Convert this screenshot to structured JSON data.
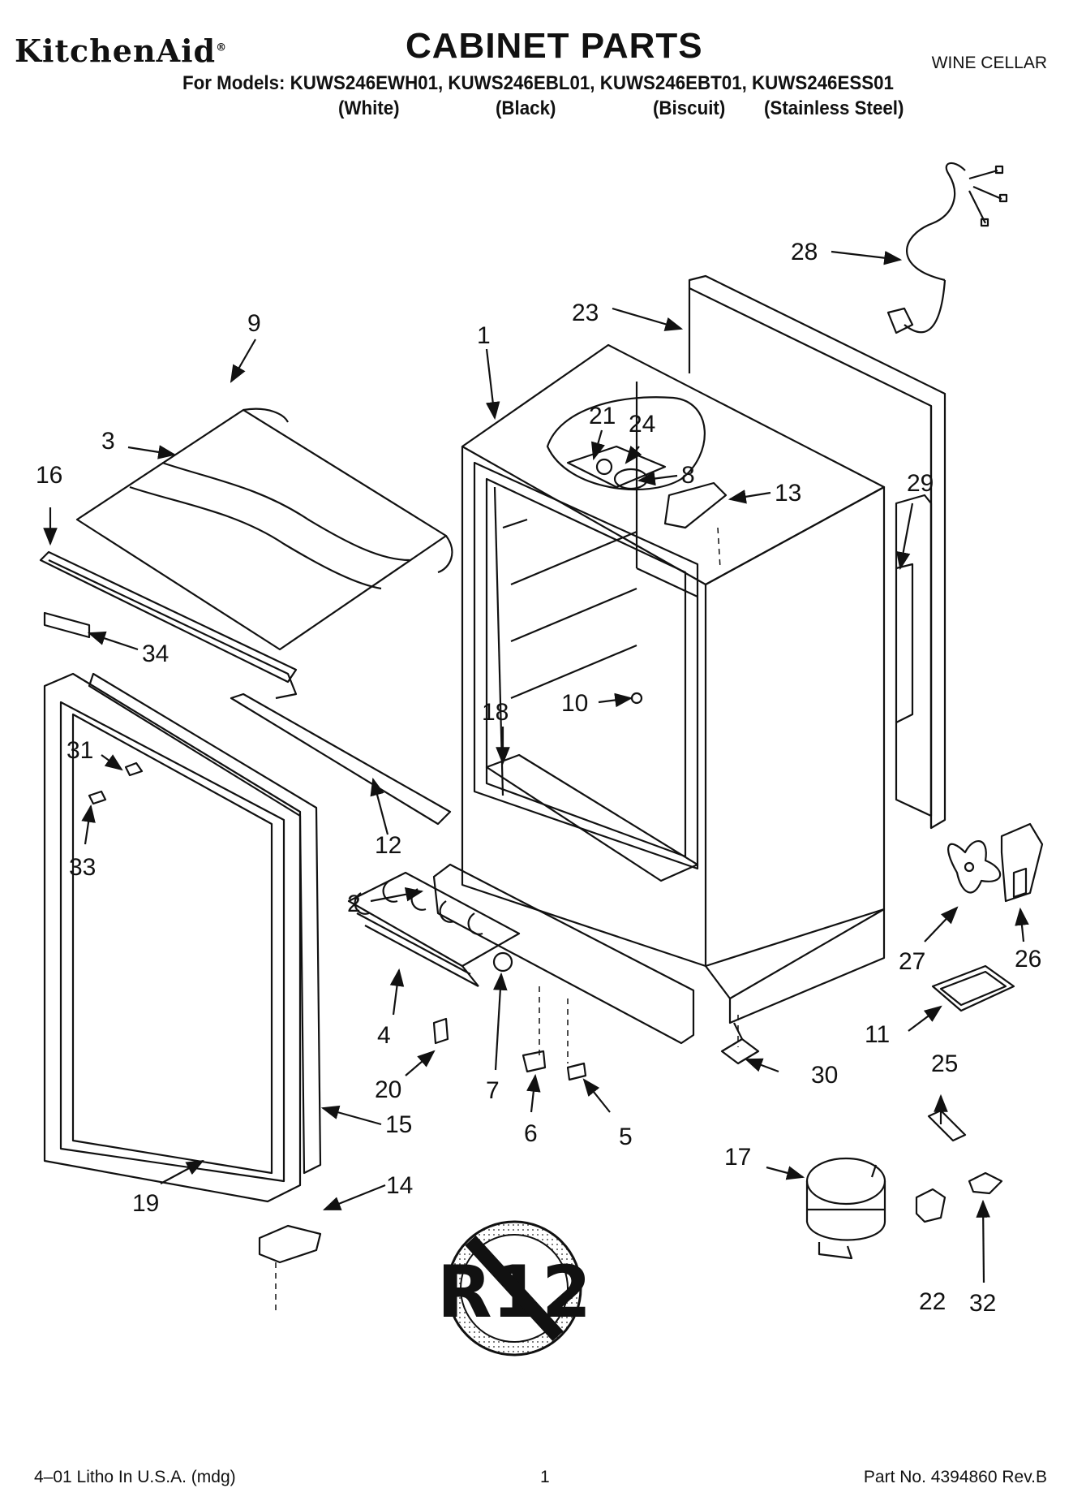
{
  "header": {
    "brand": "KitchenAid",
    "brand_mark": "®",
    "title": "CABINET PARTS",
    "product": "WINE CELLAR",
    "models_line": "For Models: KUWS246EWH01, KUWS246EBL01, KUWS246EBT01, KUWS246ESS01",
    "variants": [
      "(White)",
      "(Black)",
      "(Biscuit)",
      "(Stainless Steel)"
    ]
  },
  "callouts": [
    {
      "id": "c1",
      "label": "1"
    },
    {
      "id": "c2",
      "label": "2"
    },
    {
      "id": "c3",
      "label": "3"
    },
    {
      "id": "c4",
      "label": "4"
    },
    {
      "id": "c5",
      "label": "5"
    },
    {
      "id": "c6",
      "label": "6"
    },
    {
      "id": "c7",
      "label": "7"
    },
    {
      "id": "c8",
      "label": "8"
    },
    {
      "id": "c9",
      "label": "9"
    },
    {
      "id": "c10",
      "label": "10"
    },
    {
      "id": "c11",
      "label": "11"
    },
    {
      "id": "c12",
      "label": "12"
    },
    {
      "id": "c13",
      "label": "13"
    },
    {
      "id": "c14",
      "label": "14"
    },
    {
      "id": "c15",
      "label": "15"
    },
    {
      "id": "c16",
      "label": "16"
    },
    {
      "id": "c17",
      "label": "17"
    },
    {
      "id": "c18",
      "label": "18"
    },
    {
      "id": "c19",
      "label": "19"
    },
    {
      "id": "c20",
      "label": "20"
    },
    {
      "id": "c21",
      "label": "21"
    },
    {
      "id": "c22",
      "label": "22"
    },
    {
      "id": "c23",
      "label": "23"
    },
    {
      "id": "c24",
      "label": "24"
    },
    {
      "id": "c25",
      "label": "25"
    },
    {
      "id": "c26",
      "label": "26"
    },
    {
      "id": "c27",
      "label": "27"
    },
    {
      "id": "c28",
      "label": "28"
    },
    {
      "id": "c29",
      "label": "29"
    },
    {
      "id": "c30",
      "label": "30"
    },
    {
      "id": "c31",
      "label": "31"
    },
    {
      "id": "c32",
      "label": "32"
    },
    {
      "id": "c33",
      "label": "33"
    },
    {
      "id": "c34",
      "label": "34"
    }
  ],
  "badge": {
    "text": "R12"
  },
  "footer": {
    "litho": "4–01 Litho In U.S.A. (mdg)",
    "page": "1",
    "part_no": "Part No. 4394860 Rev.B"
  },
  "colors": {
    "ink": "#111111",
    "paper": "#ffffff",
    "shade": "#bfbfbf"
  }
}
